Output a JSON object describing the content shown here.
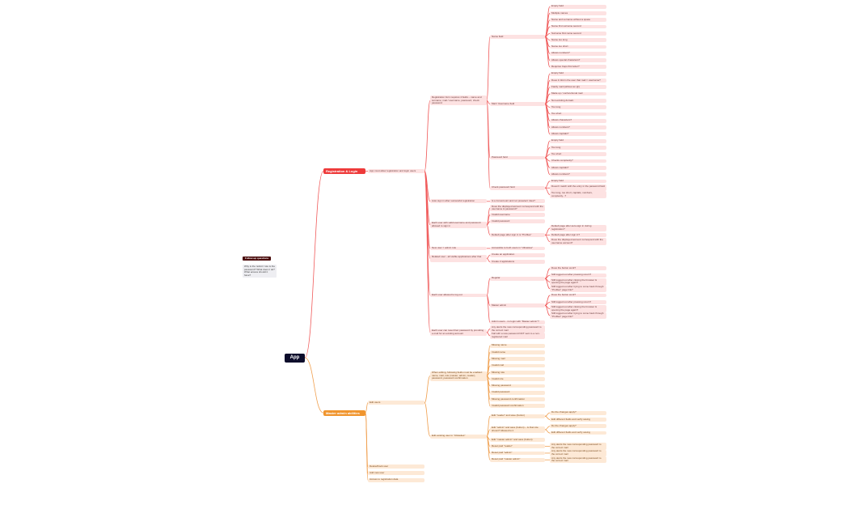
{
  "note": {
    "title": "Follow-up questions",
    "body": "Why is the 'admin' role is the password? What does it do? What access should it have?"
  },
  "colors": {
    "pink_edge": "#f05a5a",
    "orange_edge": "#f0a050",
    "root": "#0d0d2b",
    "l1_pink": "#ee3a3a",
    "l1_orange": "#f0952e"
  },
  "mindmap": {
    "root": "App",
    "branches": [
      {
        "label": "Registration & Login",
        "theme": "pink",
        "children": [
          {
            "label": "App must allow registration and login users",
            "children": [
              {
                "label": "Registration form requires 4 fields – name and surname, mail / username, password, check password",
                "children": [
                  {
                    "label": "Name field",
                    "children": [
                      {
                        "label": "Empty field"
                      },
                      {
                        "label": "Multiple names"
                      },
                      {
                        "label": "Name and surname without a space"
                      },
                      {
                        "label": "Name first surname second"
                      },
                      {
                        "label": "Surname first name second"
                      },
                      {
                        "label": "Name too long"
                      },
                      {
                        "label": "Name too short"
                      },
                      {
                        "label": "Allows numbers?"
                      },
                      {
                        "label": "Allows special characters?"
                      },
                      {
                        "label": "Requires Caps first letter?"
                      }
                    ]
                  },
                  {
                    "label": "Mail / Username field",
                    "children": [
                      {
                        "label": "Empty field"
                      },
                      {
                        "label": "Does it inform the user that mail = username?"
                      },
                      {
                        "label": "Faulty mail (without an @)"
                      },
                      {
                        "label": "Made up / nonfunctional mail"
                      },
                      {
                        "label": "Non-existing domain"
                      },
                      {
                        "label": "Too long"
                      },
                      {
                        "label": "Too short"
                      },
                      {
                        "label": "Allows characters?"
                      },
                      {
                        "label": "Allows numbers?"
                      },
                      {
                        "label": "Allows capitals?"
                      }
                    ]
                  },
                  {
                    "label": "Password field",
                    "children": [
                      {
                        "label": "Empty field"
                      },
                      {
                        "label": "Too long"
                      },
                      {
                        "label": "Too short"
                      },
                      {
                        "label": "Checks complexity?"
                      },
                      {
                        "label": "Allows capitals?"
                      },
                      {
                        "label": "Allows numbers?"
                      }
                    ]
                  },
                  {
                    "label": "Check password field",
                    "children": [
                      {
                        "label": "Empty field"
                      },
                      {
                        "label": "Doesn't match with the entry in the password field"
                      },
                      {
                        "label": "Too long, too short, capitals, numbers, complexity...?"
                      }
                    ]
                  }
                ]
              },
              {
                "label": "Auto sign in after successful registration",
                "children": [
                  {
                    "label": "Is a 1st account and not preselect roles?"
                  }
                ]
              },
              {
                "label": "Each user with valid username and password allowed to sign in",
                "children": [
                  {
                    "label": "Does the displayed account correspond with the username & password?"
                  },
                  {
                    "label": "Invalid username"
                  },
                  {
                    "label": "Invalid password"
                  },
                  {
                    "label": "Default page after sign in is \"Profiles\"",
                    "children": [
                      {
                        "label": "Default page after auto-sign in during registration?"
                      },
                      {
                        "label": "Default page after sign in?"
                      },
                      {
                        "label": "Does the displayed account correspond with the username account?"
                      }
                    ]
                  }
                ]
              },
              {
                "label": "New user = admin role",
                "children": [
                  {
                    "label": "Accessible to both users in \"Ultrasites\""
                  }
                ]
              },
              {
                "label": "Related user - all visible applications after that",
                "children": [
                  {
                    "label": "Create an application"
                  },
                  {
                    "label": "Create 2 applications"
                  }
                ]
              },
              {
                "label": "Each user allowed to log out",
                "children": [
                  {
                    "label": "Regular",
                    "children": [
                      {
                        "label": "Does the button work?"
                      },
                      {
                        "label": "Still logged out after pressing return?"
                      },
                      {
                        "label": "Still logged out after closing the browser & opening the page again?"
                      },
                      {
                        "label": "Still logged out after trying to come back through \"Profiles\" page link?"
                      }
                    ]
                  },
                  {
                    "label": "Master admin",
                    "children": [
                      {
                        "label": "Does the button work?"
                      },
                      {
                        "label": "Still logged out after pressing return?"
                      },
                      {
                        "label": "Still logged out after closing the browser & opening the page again?"
                      },
                      {
                        "label": "Still logged out after trying to come back through \"Profiles\" page link?"
                      }
                    ]
                  },
                  {
                    "label": "Admin users - no login with \"Master admin\"?"
                  }
                ]
              },
              {
                "label": "Each user can reset their password by providing e-mail for an existing account",
                "children": [
                  {
                    "label": "Any alerts the new corresponding password to the correct mail"
                  },
                  {
                    "label": "Fail with a new password NOT sent to a non-registered mail"
                  }
                ]
              }
            ]
          }
        ]
      },
      {
        "label": "Master admin abilities",
        "theme": "orange",
        "children": [
          {
            "label": "Edit users",
            "children": [
              {
                "label": "When editing, following fields must be enabled: name, mail, role (master, admin, reader), password, password confirmation",
                "children": [
                  {
                    "label": "Missing name"
                  },
                  {
                    "label": "Invalid name"
                  },
                  {
                    "label": "Missing mail"
                  },
                  {
                    "label": "Invalid mail"
                  },
                  {
                    "label": "Missing role"
                  },
                  {
                    "label": "Invalid role"
                  },
                  {
                    "label": "Missing password"
                  },
                  {
                    "label": "Invalid password"
                  },
                  {
                    "label": "Missing password confirmation"
                  },
                  {
                    "label": "Invalid password confirmation"
                  }
                ]
              },
              {
                "label": "Edit existing user in \"Ultrasites\"",
                "children": [
                  {
                    "label": "Edit \"reader\" and save (button)",
                    "children": [
                      {
                        "label": "Do the changes apply?"
                      },
                      {
                        "label": "Edit different fields and verify saving"
                      }
                    ]
                  },
                  {
                    "label": "Edit \"admin\" and save (button) – is that role shown? Allowed to it",
                    "children": [
                      {
                        "label": "Do the changes apply?"
                      },
                      {
                        "label": "Edit different fields and verify saving"
                      }
                    ]
                  },
                  {
                    "label": "Edit \"master admin\" and save (button)"
                  },
                  {
                    "label": "Reset pwd \"reader\"",
                    "children": [
                      {
                        "label": "Any alerts the new corresponding password to the correct mail"
                      }
                    ]
                  },
                  {
                    "label": "Reset pwd \"admin\"",
                    "children": [
                      {
                        "label": "Any alerts the new corresponding password to the correct mail"
                      }
                    ]
                  },
                  {
                    "label": "Reset pwd \"master admin\"",
                    "children": [
                      {
                        "label": "Any alerts the new corresponding password to the correct mail"
                      }
                    ]
                  }
                ]
              }
            ]
          },
          {
            "label": "Delete/block user"
          },
          {
            "label": "Add new user"
          },
          {
            "label": "Access to registration data"
          }
        ]
      }
    ]
  }
}
